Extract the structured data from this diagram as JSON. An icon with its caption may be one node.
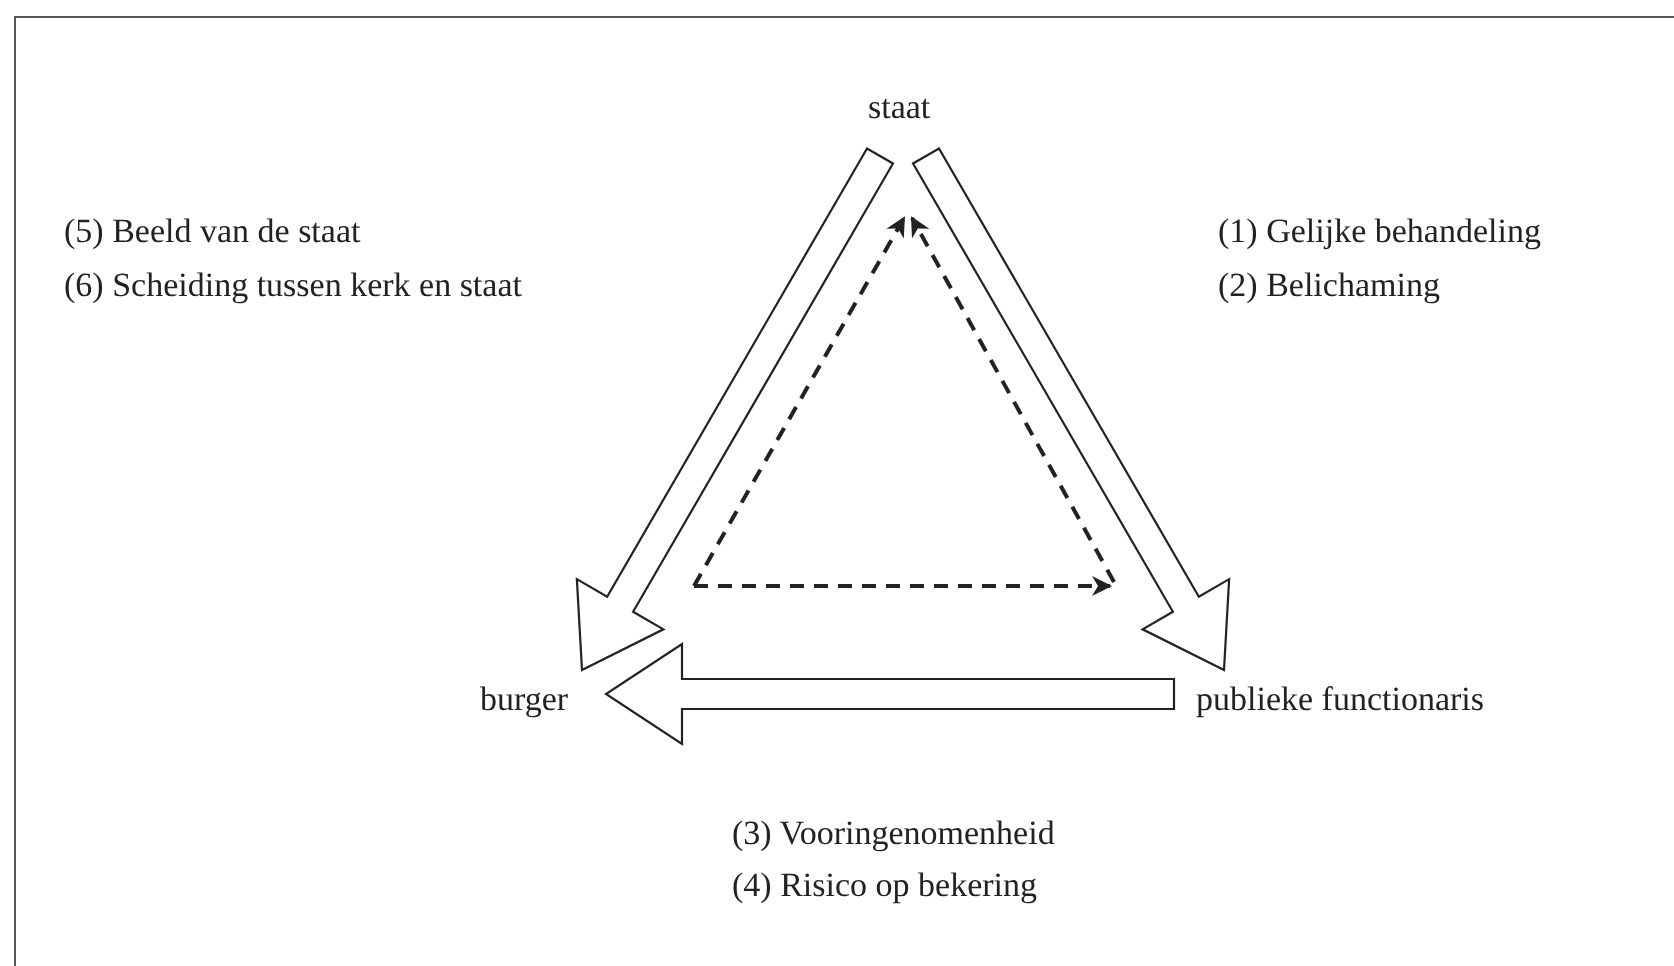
{
  "diagram": {
    "nodes": [
      {
        "text": [
          "staat"
        ]
      },
      {
        "text": [
          "burger"
        ]
      },
      {
        "text": [
          "publieke functionaris"
        ]
      }
    ],
    "edges": [
      {
        "from": 0,
        "to": 1,
        "arrow": "to",
        "style": "thick"
      },
      {
        "from": 0,
        "to": 2,
        "arrow": "to",
        "style": "thick"
      },
      {
        "from": 2,
        "to": 1,
        "arrow": "to",
        "style": "thick"
      },
      {
        "from": null,
        "to": 2,
        "arrow": "to",
        "style": "dashed"
      },
      {
        "from": null,
        "to": 0,
        "arrow": "to",
        "style": "dashed"
      },
      {
        "from": 2,
        "to": 0,
        "arrow": "to",
        "style": "dashed"
      }
    ],
    "labels": [
      "(5) Beeld van de staat",
      "(6) Scheiding tussen kerk en staat",
      "(1) Gelijke behandeling",
      "(2) Belichaming",
      "(3) Vooringenomenheid",
      "(4) Risico op bekering"
    ]
  }
}
